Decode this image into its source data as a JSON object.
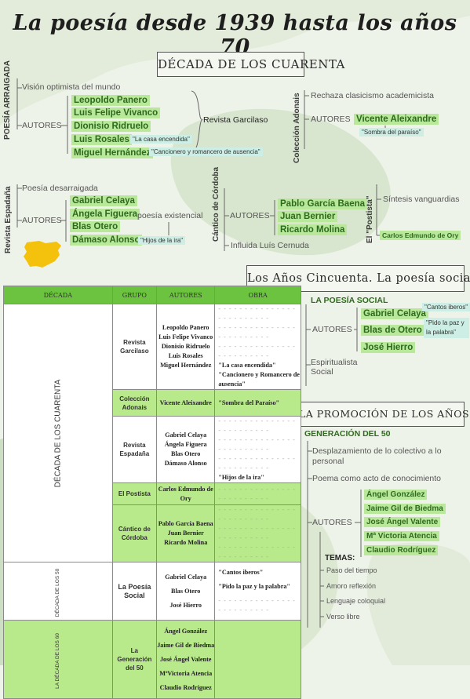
{
  "title": "La poesía desde 1939 hasta los años 70",
  "sections": {
    "cuarenta": "DÉCADA DE LOS CUARENTA",
    "cincuenta": "Los Años Cincuenta. La poesía social",
    "sesenta": "LA PROMOCIÓN DE LOS AÑOS 60"
  },
  "arraigada": {
    "label": "POESÍA ARRAIGADA",
    "vision": "Visión optimista del mundo",
    "autores_label": "AUTORES",
    "authors": [
      "Leopoldo Panero",
      "Luis Felipe Vivanco",
      "Dionisio Ridruelo",
      "Luis Rosales",
      "Miguel Hernández"
    ],
    "revista": "Revista Garcilaso",
    "work_rosales": "\"La casa encendida\"",
    "work_hernandez": "\"Cancionero y romancero de ausencia\""
  },
  "adonais": {
    "label": "Colección Adonais",
    "rechaza": "Rechaza clasicismo academicista",
    "autores_label": "AUTORES",
    "author": "Vicente Aleixandre",
    "work": "\"Sombra del paraíso\""
  },
  "espadana": {
    "label": "Revista Espadaña",
    "desarraigada": "Poesía desarraigada",
    "autores_label": "AUTORES",
    "authors": [
      "Gabriel Celaya",
      "Ángela Figuera",
      "Blas Otero",
      "Dámaso Alonso"
    ],
    "existencial": "poesía existencial",
    "work": "\"Hijos de la ira\""
  },
  "cantico": {
    "label": "Cántico de Córdoba",
    "autores_label": "AUTORES",
    "authors": [
      "Pablo García Baena",
      "Juan Bernier",
      "Ricardo Molina"
    ],
    "influida": "Influida Luís Cernuda"
  },
  "postismo": {
    "label": "El \"Postista\"",
    "sintesis": "Síntesis vanguardias",
    "author": "Carlos Edmundo de Ory"
  },
  "social": {
    "heading": "LA POESÍA SOCIAL",
    "autores_label": "AUTORES",
    "authors": [
      "Gabriel Celaya",
      "Blas de Otero",
      "José Hierro"
    ],
    "work1": "\"Cantos iberos\"",
    "work2": "\"Pido la paz y la palabra\"",
    "espiritualista": "Espiritualista",
    "social": "Social"
  },
  "generacion": {
    "heading": "GENERACIÓN DEL 50",
    "desplazamiento": "Desplazamiento de lo colectivo a lo personal",
    "poema": "Poema como acto de conocimiento",
    "autores_label": "AUTORES",
    "authors": [
      "Ángel González",
      "Jaime Gil de Biedma",
      "José Ángel Valente",
      "Mª Victoria Atencia",
      "Claudio Rodríguez"
    ],
    "temas_label": "TEMAS:",
    "temas": [
      "Paso del tiempo",
      "Amoro reflexión",
      "Lenguaje coloquial",
      "Verso libre"
    ]
  },
  "table": {
    "headers": [
      "DÉCADA",
      "GRUPO",
      "AUTORES",
      "OBRA"
    ],
    "decades": [
      "DÉCADA DE LOS CUARENTA",
      "DÉCADA DE LOS 50",
      "LA DÉCADA DE LOS 60"
    ],
    "groups": [
      "Revista Garcilaso",
      "Colección Adonais",
      "Revista Espadaña",
      "El Postista",
      "Cántico de Córdoba",
      "La Poesía Social",
      "La Generación del 50"
    ],
    "rows": {
      "garcilaso": [
        "Leopoldo Panero",
        "Luis Felipe Vivanco",
        "Dionisio Ridruelo",
        "Luis Rosales",
        "Miguel Hernández"
      ],
      "garcilaso_works": [
        "\"La casa encendida\"",
        "\"Cancionero y Romancero de ausencia\""
      ],
      "adonais": "Vicente Aleixandre",
      "adonais_work": "\"Sombra del Paraíso\"",
      "espadana": [
        "Gabriel Celaya",
        "Ángela Figuera",
        "Blas Otero",
        "Dámaso Alonso"
      ],
      "espadana_work": "\"Hijos de la ira\"",
      "postista": "Carlos Edmundo de Ory",
      "cantico": [
        "Pablo García Baena",
        "Juan Bernier",
        "Ricardo Molina"
      ],
      "social": [
        "Gabriel Celaya",
        "Blas Otero",
        "José Hierro"
      ],
      "social_works": [
        "\"Cantos iberos\"",
        "\"Pido la paz y la palabra\""
      ],
      "generacion": [
        "Ángel González",
        "Jaime Gil de Biedma",
        "José Ángel Valente",
        "MªVictoria Atencia",
        "Claudio Rodríguez"
      ]
    }
  },
  "colors": {
    "accent": "#b9e89a",
    "accent_text": "#2c6a1e",
    "table_header": "#6cc33f",
    "map": "#f4c20d"
  }
}
